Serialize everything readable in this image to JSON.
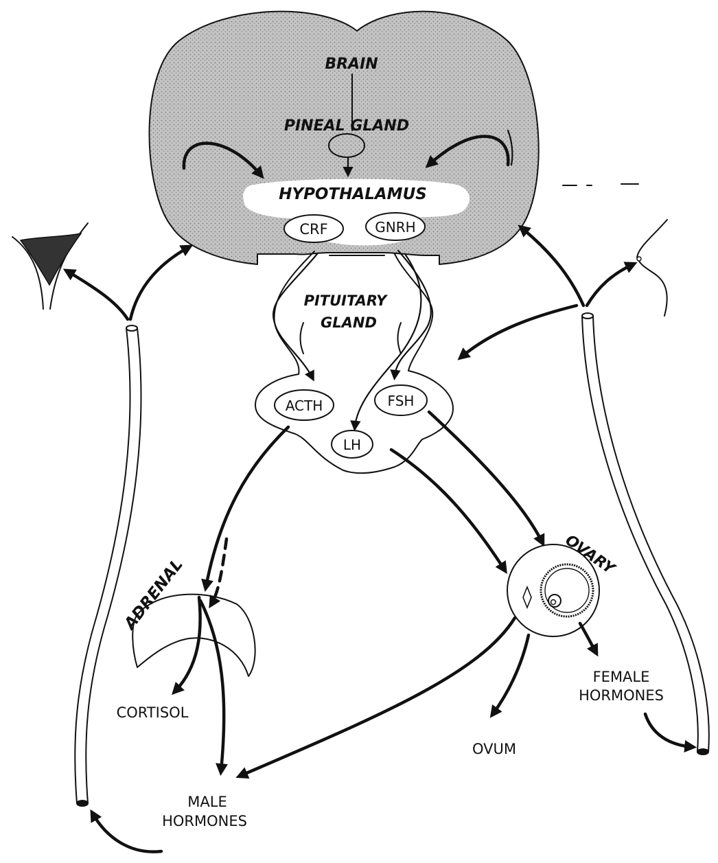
{
  "labels": {
    "brain": "BRAIN",
    "pineal_gland": "PINEAL GLAND",
    "hypothalamus": "HYPOTHALAMUS",
    "crf": "CRF",
    "gnrh": "GNRH",
    "pituitary_line1": "PITUITARY",
    "pituitary_line2": "GLAND",
    "acth": "ACTH",
    "fsh": "FSH",
    "lh": "LH",
    "adrenal": "ADRENAL",
    "ovary": "OVARY",
    "cortisol": "CORTISOL",
    "male_hormones_line1": "MALE",
    "male_hormones_line2": "HORMONES",
    "ovum": "OVUM",
    "female_hormones_line1": "FEMALE",
    "female_hormones_line2": "HORMONES"
  },
  "colors": {
    "brain_fill": "#b8b8b8",
    "ink": "#111111",
    "paper": "#ffffff"
  }
}
